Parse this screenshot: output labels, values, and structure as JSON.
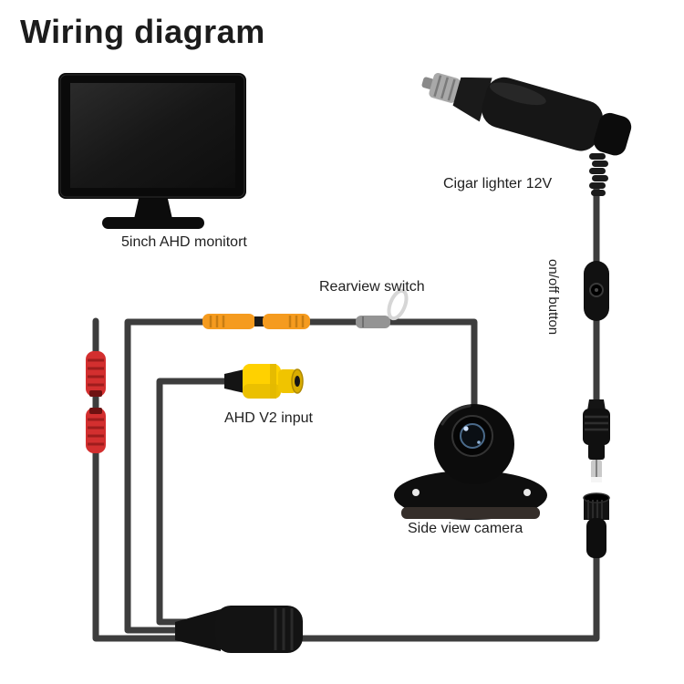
{
  "title": "Wiring diagram",
  "labels": {
    "monitor": "5inch AHD monitort",
    "cigar_lighter": "Cigar lighter 12V",
    "rearview_switch": "Rearview switch",
    "ahd_input": "AHD V2 input",
    "side_camera": "Side view camera",
    "onoff_button": "on/off button"
  },
  "colors": {
    "background": "#ffffff",
    "wire": "#3d3d3d",
    "orange": "#f59b1f",
    "yellow": "#ffd100",
    "red": "#d32f2f",
    "device": "#111111",
    "text": "#1f1f1f"
  }
}
